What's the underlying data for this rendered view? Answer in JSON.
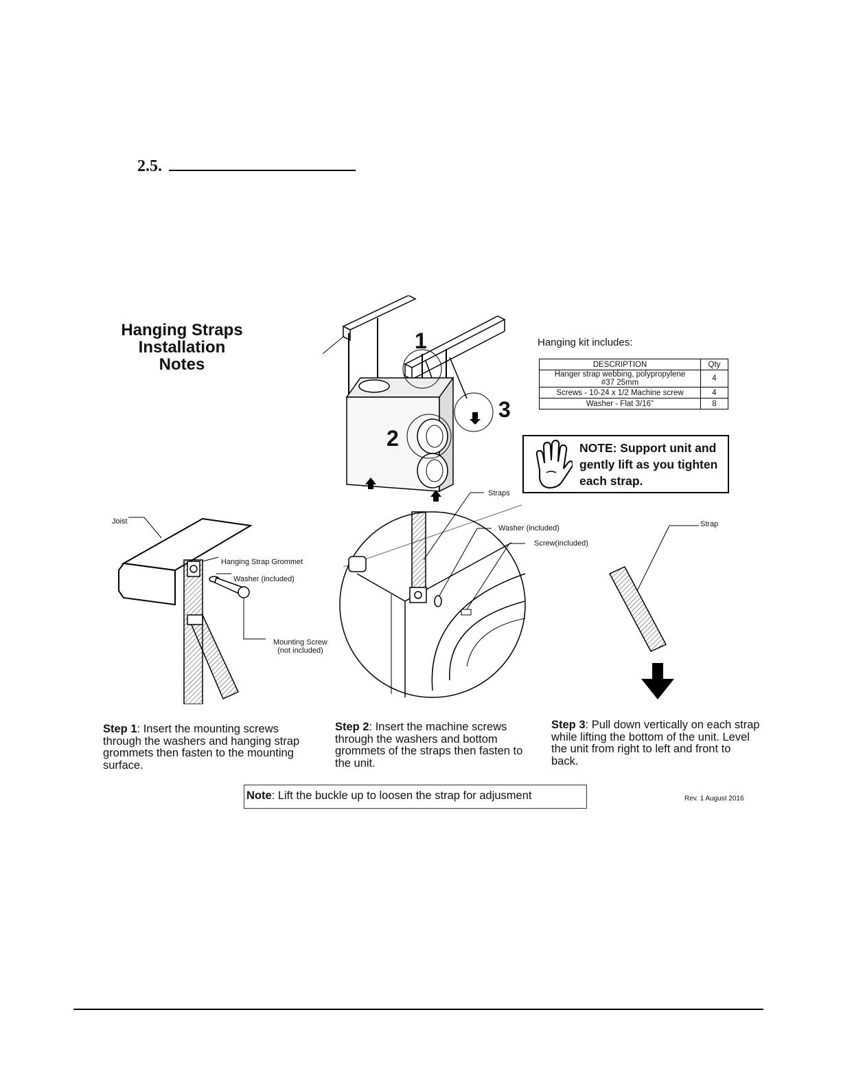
{
  "section": {
    "number": "2.5."
  },
  "title": {
    "line1": "Hanging Straps",
    "line2": "Installation",
    "line3": "Notes"
  },
  "kit": {
    "label": "Hanging kit includes:",
    "headers": {
      "description": "DESCRIPTION",
      "qty": "Qty"
    },
    "rows": [
      {
        "description_line1": "Hanger strap webbing, polypropylene",
        "description_line2": "#37 25mm",
        "qty": "4"
      },
      {
        "description": "Screws - 10-24 x 1/2 Machine screw",
        "qty": "4"
      },
      {
        "description": "Washer - Flat 3/16\"",
        "qty": "8"
      }
    ]
  },
  "note_box": {
    "line1": "NOTE: Support unit and",
    "line2": "gently lift as you tighten",
    "line3": "each strap."
  },
  "callouts": {
    "one": "1",
    "two": "2",
    "three": "3"
  },
  "labels": {
    "joist": "Joist",
    "grommet": "Hanging Strap Grommet",
    "washer1": "Washer (included)",
    "screw1_line1": "Mounting Screw",
    "screw1_line2": "(not included)",
    "straps": "Straps",
    "washer2": "Washer (included)",
    "screw2": "Screw(included)",
    "strap": "Strap"
  },
  "steps": [
    {
      "label": "Step 1",
      "text": ": Insert the mounting screws through the washers and hanging strap grommets then fasten to the mounting surface."
    },
    {
      "label": "Step 2",
      "text": ": Insert the machine screws through the washers and bottom grommets of the straps then fasten to the unit."
    },
    {
      "label": "Step 3",
      "text": ": Pull down vertically on each strap while lifting the bottom of the unit. Level the unit from right to left and front to back."
    }
  ],
  "bottom_note": {
    "label": "Note",
    "text": ": Lift the buckle up to loosen the strap for adjusment"
  },
  "revision": "Rev. 1 August 2016"
}
